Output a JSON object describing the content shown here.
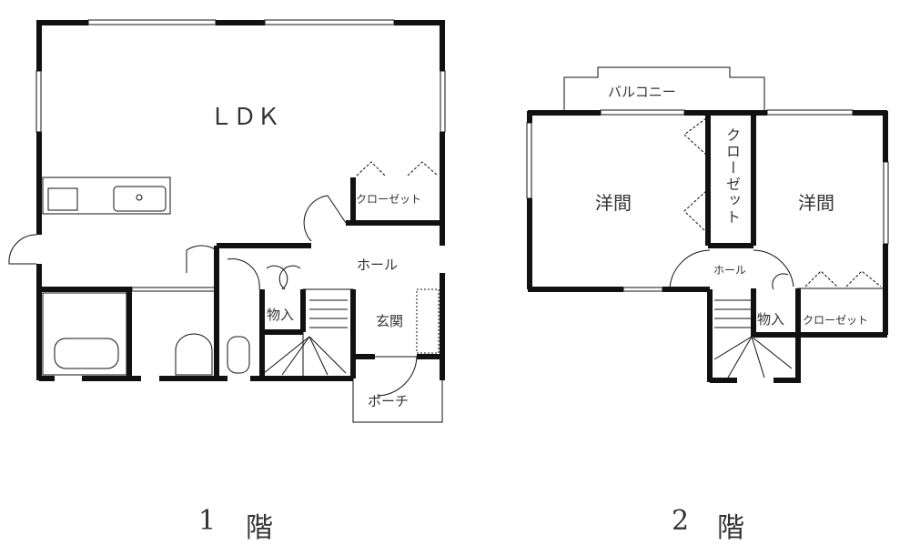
{
  "floor1": {
    "title_num": "1",
    "title_kanji": "階",
    "rooms": {
      "ldk": "ＬＤＫ",
      "closet": "クローゼット",
      "hall": "ホール",
      "storage": "物入",
      "entrance": "玄関",
      "porch": "ポーチ"
    }
  },
  "floor2": {
    "title_num": "2",
    "title_kanji": "階",
    "rooms": {
      "balcony": "バルコニー",
      "western_room_left": "洋間",
      "western_room_right": "洋間",
      "closet_vertical": "クローゼット",
      "hall": "ホール",
      "storage": "物入",
      "closet": "クローゼット"
    }
  }
}
